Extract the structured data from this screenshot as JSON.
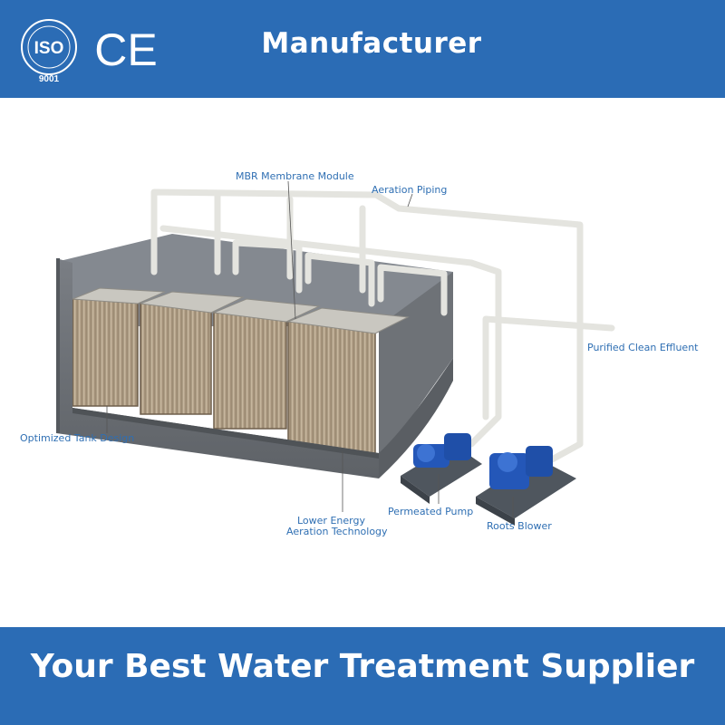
{
  "header": {
    "title": "Manufacturer",
    "iso_text": "ISO",
    "iso_number": "9001",
    "ce_mark": "CE"
  },
  "diagram": {
    "labels": {
      "mbr_module": "MBR Membrane Module",
      "aeration_piping": "Aeration Piping",
      "purified_effluent": "Purified Clean Effluent",
      "tank_design": "Optimized Tank Design",
      "aeration_line1": "Lower Energy",
      "aeration_line2": "Aeration Technology",
      "permeated_pump": "Permeated Pump",
      "roots_blower": "Roots Blower"
    }
  },
  "footer": {
    "tagline": "Your Best Water Treatment Supplier"
  },
  "colors": {
    "banner": "#2b6cb5",
    "label_text": "#2f6fb3",
    "tank": "#6f7378",
    "pipe": "#e6e6e2",
    "pump_blue": "#2457b8"
  }
}
